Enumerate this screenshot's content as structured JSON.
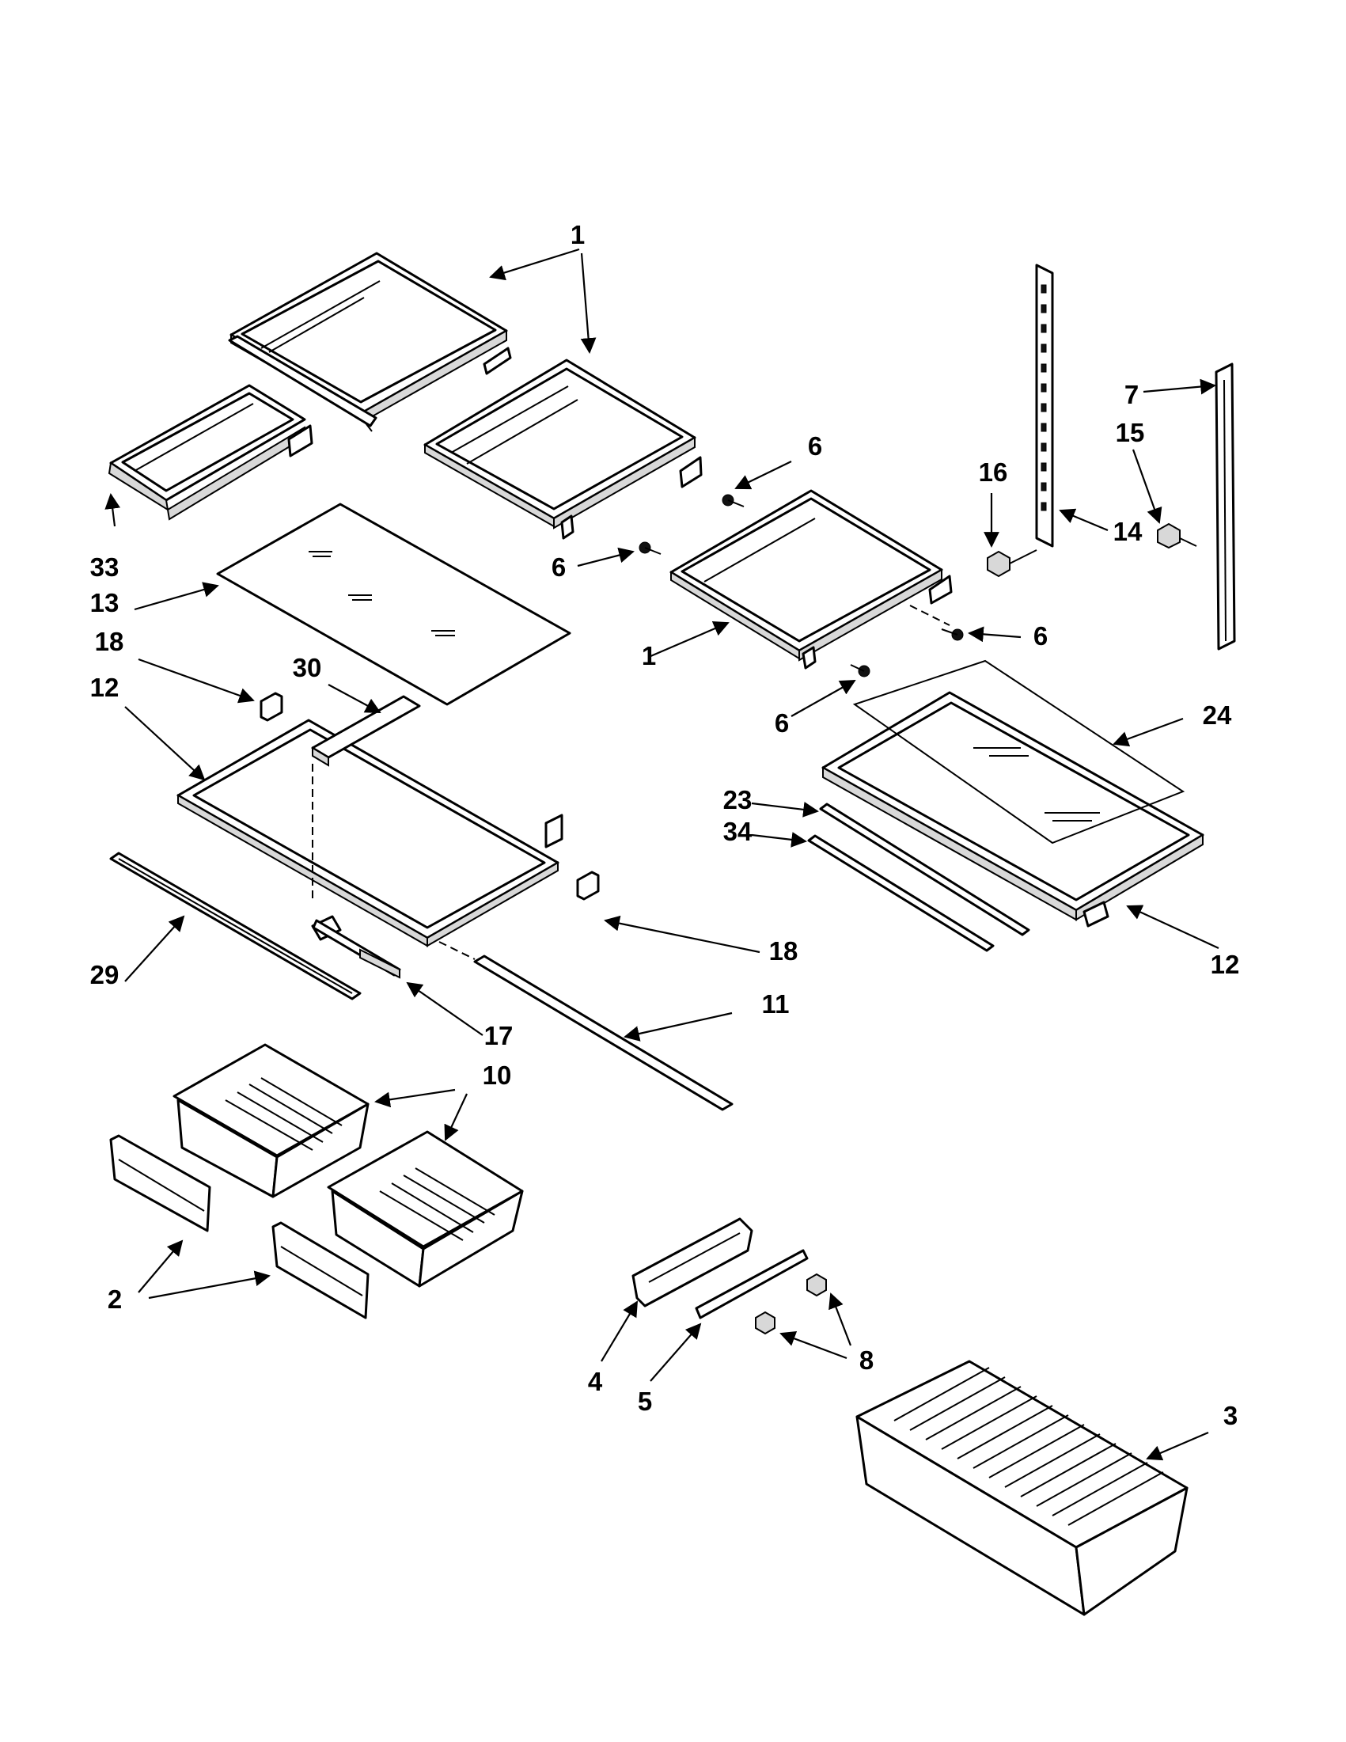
{
  "callouts": {
    "c1a": "1",
    "c1b": "1",
    "c2": "2",
    "c3": "3",
    "c4": "4",
    "c5": "5",
    "c6a": "6",
    "c6b": "6",
    "c6c": "6",
    "c6d": "6",
    "c7": "7",
    "c8": "8",
    "c10": "10",
    "c11": "11",
    "c12a": "12",
    "c12b": "12",
    "c13": "13",
    "c14": "14",
    "c15": "15",
    "c16": "16",
    "c17": "17",
    "c18a": "18",
    "c18b": "18",
    "c23": "23",
    "c24": "24",
    "c29": "29",
    "c30": "30",
    "c33": "33",
    "c34": "34"
  }
}
